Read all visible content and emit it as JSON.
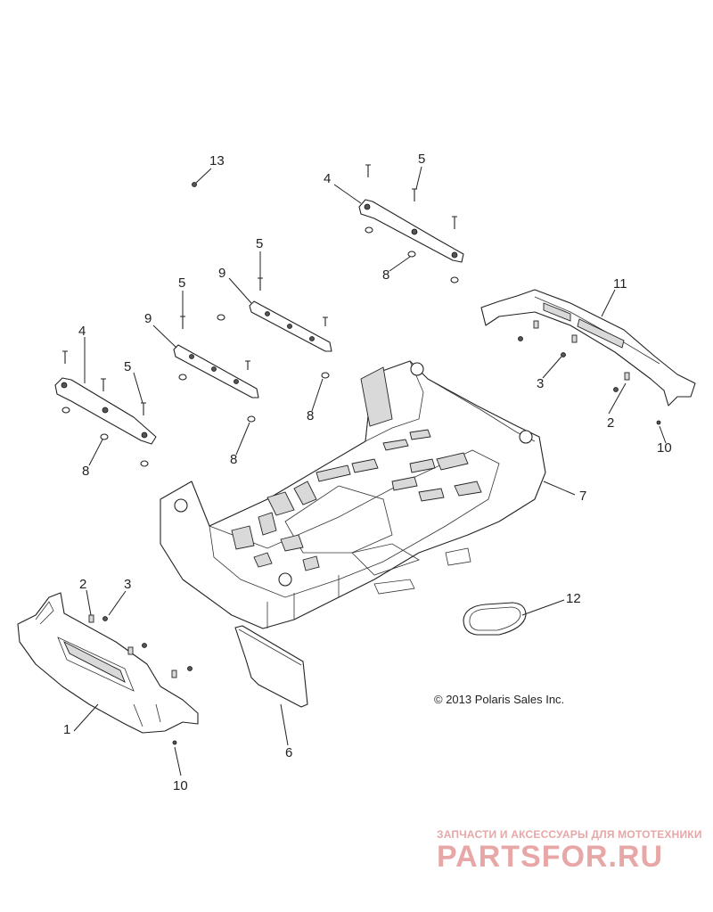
{
  "callouts": {
    "c1": "1",
    "c2a": "2",
    "c2b": "2",
    "c3a": "3",
    "c3b": "3",
    "c4a": "4",
    "c4b": "4",
    "c5a": "5",
    "c5b": "5",
    "c5c": "5",
    "c5d": "5",
    "c6": "6",
    "c7": "7",
    "c8a": "8",
    "c8b": "8",
    "c8c": "8",
    "c8d": "8",
    "c9a": "9",
    "c9b": "9",
    "c10a": "10",
    "c10b": "10",
    "c11": "11",
    "c12": "12",
    "c13": "13"
  },
  "copyright": "© 2013 Polaris Sales Inc.",
  "watermark": {
    "tagline": "ЗАПЧАСТИ И АКСЕССУАРЫ ДЛЯ МОТОТЕХНИКИ",
    "brand": "PARTSFOR.RU"
  }
}
